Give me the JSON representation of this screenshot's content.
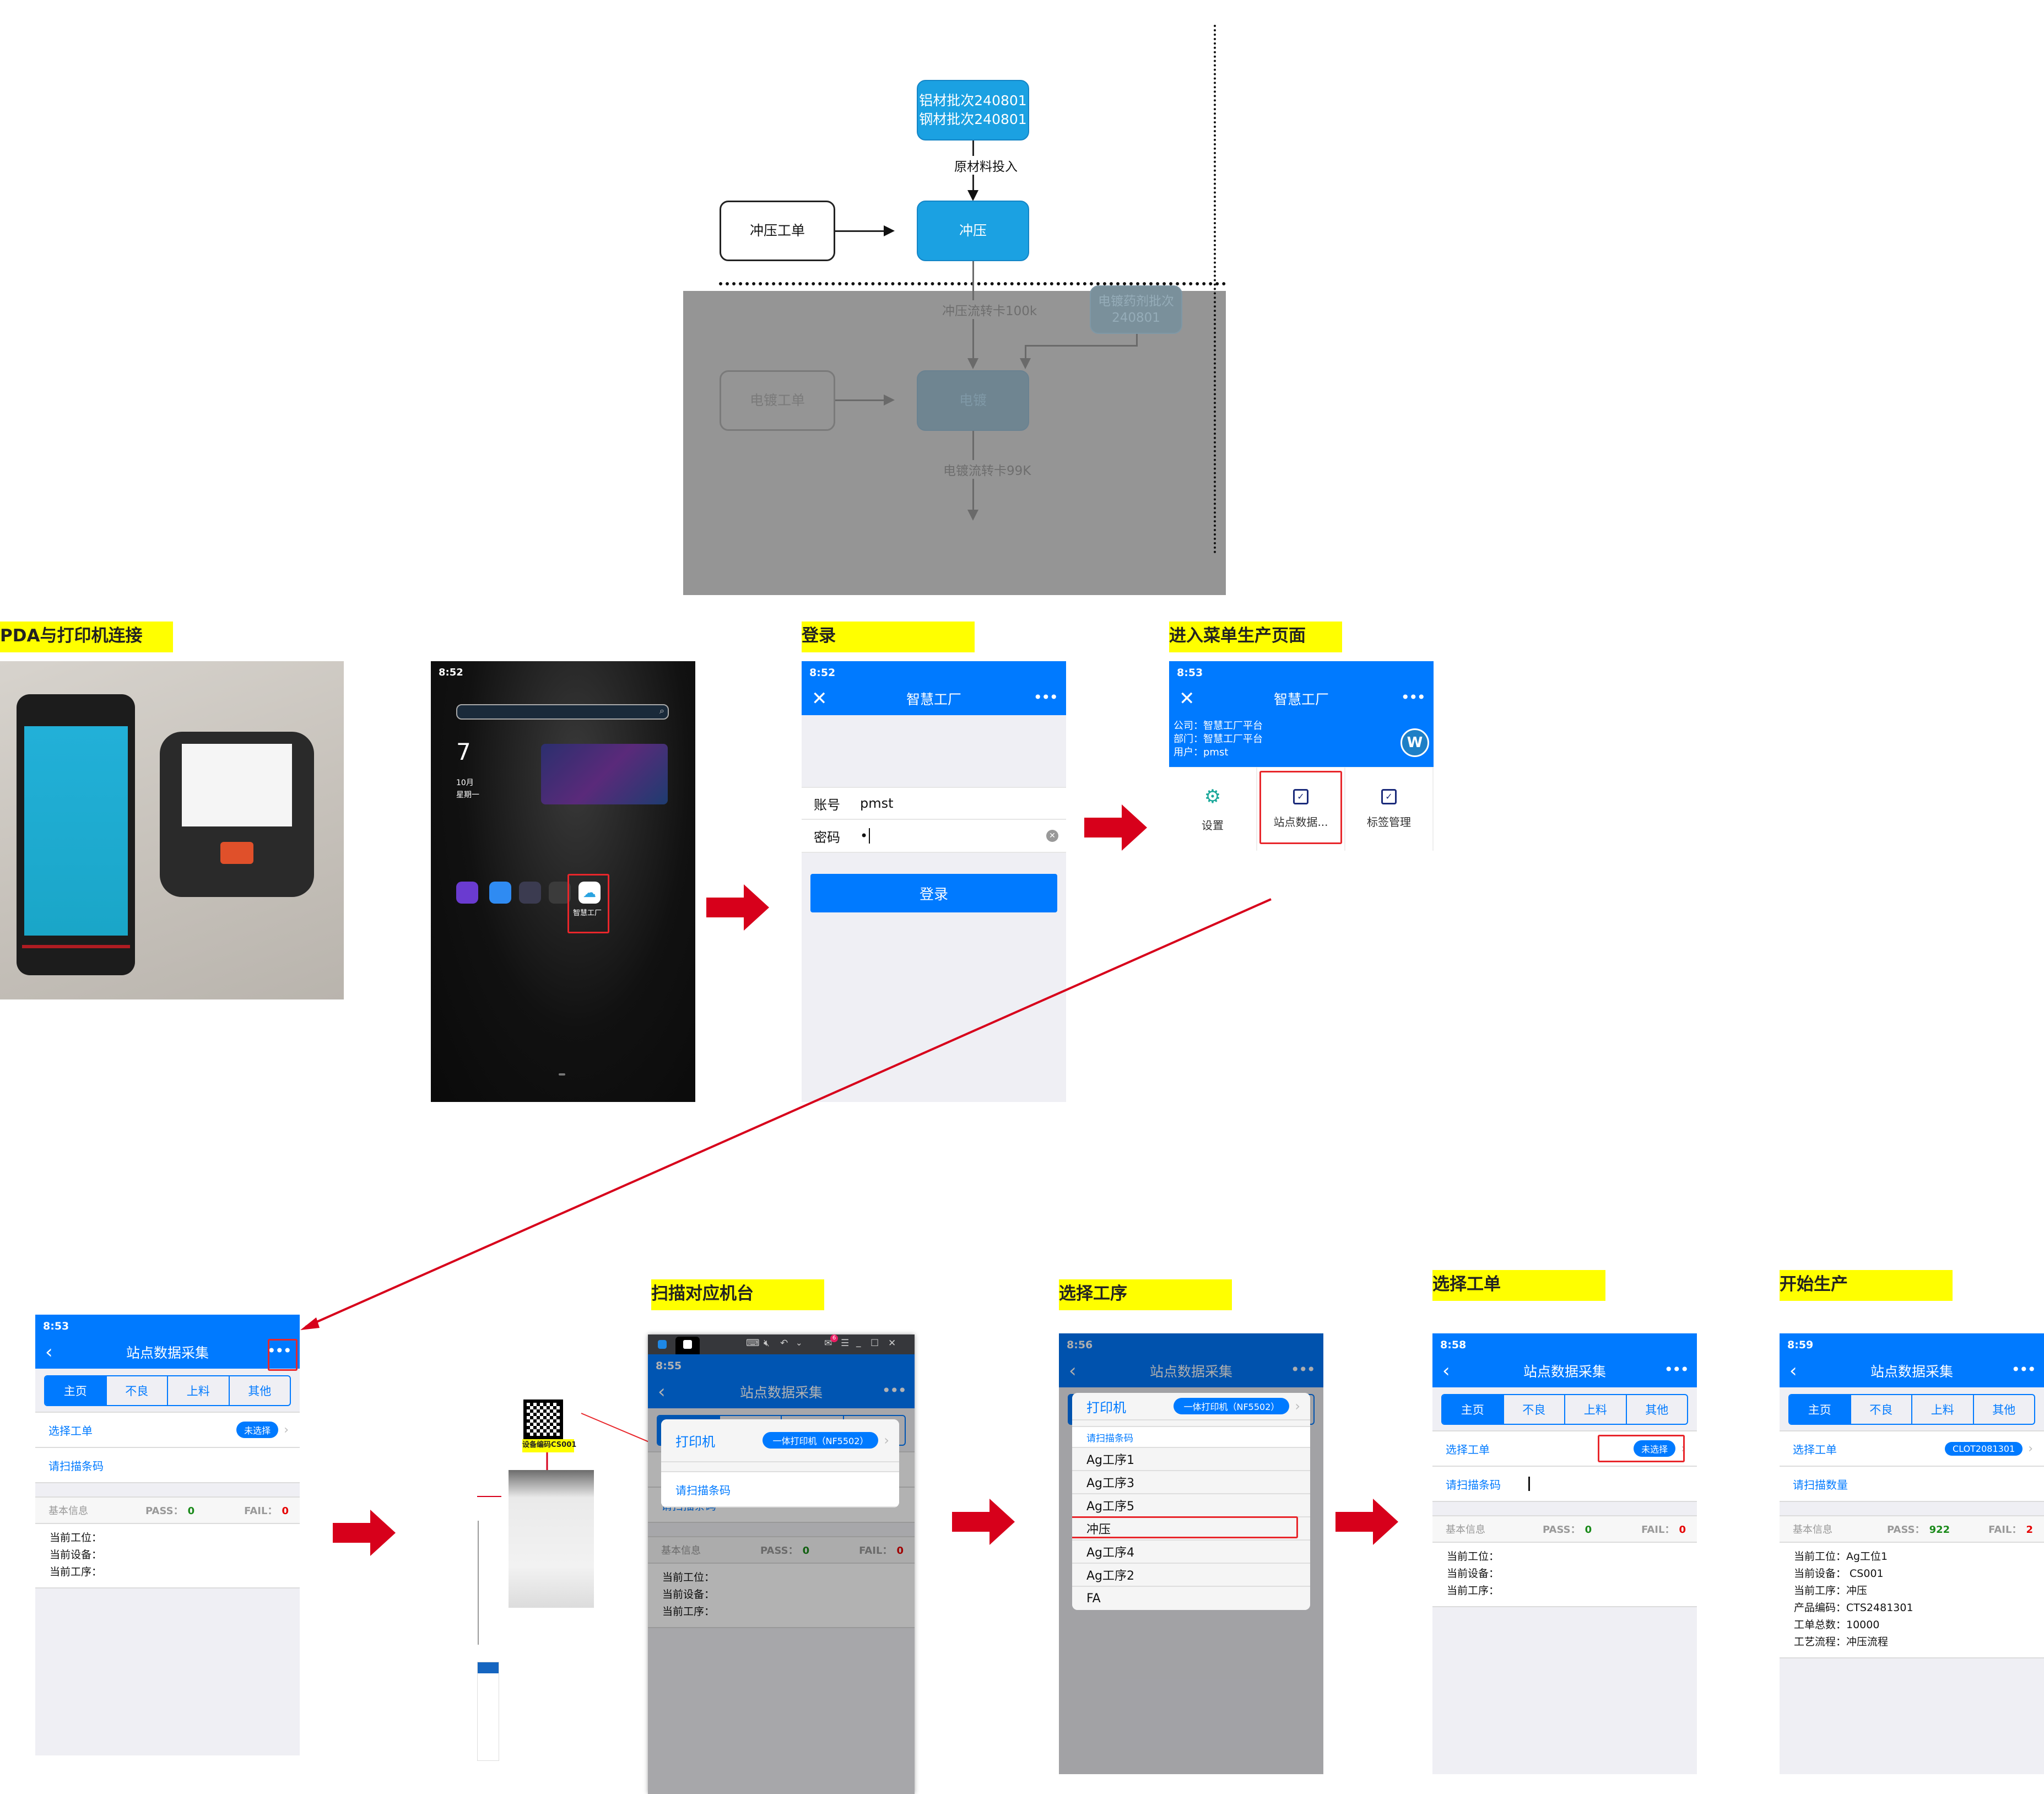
{
  "flowchart": {
    "raw_material_box": [
      "铝材批次240801",
      "钢材批次240801"
    ],
    "raw_material_edge": "原材料投入",
    "stamping_order": "冲压工单",
    "stamping_process": "冲压",
    "stamping_card_edge": "冲压流转卡100k",
    "plating_agent_box": [
      "电镀药剂批次",
      "240801"
    ],
    "plating_order": "电镀工单",
    "plating_process": "电镀",
    "plating_card_edge": "电镀流转卡99K"
  },
  "steps": {
    "pda_printer": "PDA与打印机连接",
    "login": "登录",
    "enter_menu": "进入菜单生产页面",
    "scan_machine": "扫描对应机台",
    "select_process": "选择工序",
    "select_order": "选择工单",
    "start_production": "开始生产"
  },
  "home_screen": {
    "time": "8:52",
    "date_day": "7",
    "date_month": "10月",
    "weekday": "星期一",
    "app_label": "智慧工厂"
  },
  "login_screen": {
    "time": "8:52",
    "title": "智慧工厂",
    "account_label": "账号",
    "account_value": "pmst",
    "password_label": "密码",
    "password_value": "•",
    "login_button": "登录"
  },
  "menu_screen": {
    "time": "8:53",
    "title": "智慧工厂",
    "company": "公司：智慧工厂平台",
    "department": "部门：智慧工厂平台",
    "user": "用户：pmst",
    "items": [
      {
        "label": "设置",
        "icon": "gear-icon"
      },
      {
        "label": "站点数据...",
        "icon": "box-check-icon"
      },
      {
        "label": "标签管理",
        "icon": "box-check-icon"
      }
    ]
  },
  "station_common": {
    "title": "站点数据采集",
    "tabs": [
      "主页",
      "不良",
      "上料",
      "其他"
    ],
    "select_order_label": "选择工单",
    "scan_barcode_label": "请扫描条码",
    "basic_info": "基本信息",
    "pass_label": "PASS：",
    "fail_label": "FAIL：",
    "current_station": "当前工位：",
    "current_device": "当前设备：",
    "current_process": "当前工序："
  },
  "screen_853": {
    "time": "8:53",
    "order_badge": "未选择",
    "pass": "0",
    "fail": "0"
  },
  "scan_screen": {
    "time": "8:55",
    "notification_count": "6",
    "printer_label": "打印机",
    "printer_value": "一体打印机（NF5502）",
    "scan_label": "请扫描条码",
    "pass": "0",
    "fail": "0",
    "qr_caption": "设备编码CS001"
  },
  "process_screen": {
    "time": "8:56",
    "printer_label": "打印机",
    "printer_value": "一体打印机（NF5502）",
    "scan_label": "请扫描条码",
    "processes": [
      "Ag工序1",
      "Ag工序3",
      "Ag工序5",
      "冲压",
      "Ag工序4",
      "Ag工序2",
      "FA"
    ],
    "selected_process": "冲压"
  },
  "order_screen": {
    "time": "8:58",
    "order_badge": "未选择",
    "pass": "0",
    "fail": "0"
  },
  "production_screen": {
    "time": "8:59",
    "order_badge": "CLOT2081301",
    "scan_qty_label": "请扫描数量",
    "pass": "922",
    "fail": "2",
    "details": [
      "当前工位：Ag工位1",
      "当前设备： CS001",
      "当前工序：冲压",
      "产品编码：CTS2481301",
      "工单总数：10000",
      "工艺流程：冲压流程"
    ]
  },
  "colors": {
    "app_blue": "#007aff",
    "flow_blue": "#1ba1e2",
    "highlight_yellow": "#ffff00",
    "arrow_red": "#d7001b",
    "pass_green": "#1a8a1a",
    "fail_red": "#e60000"
  }
}
